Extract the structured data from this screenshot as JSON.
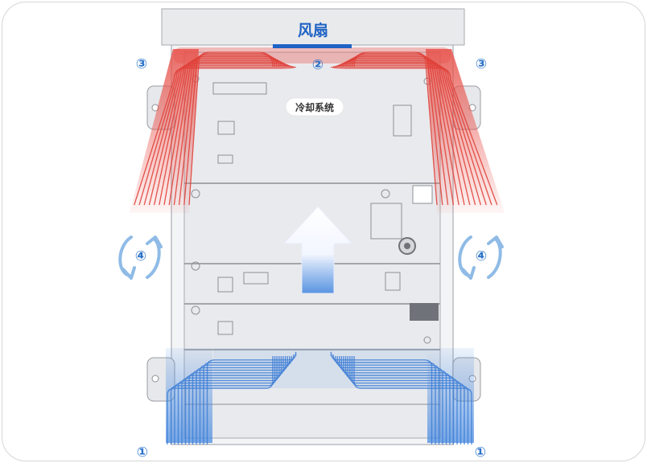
{
  "fan_label": "风扇",
  "cooling_label": "冷却系统",
  "markers": {
    "m1_left": "①",
    "m1_right": "①",
    "m2": "②",
    "m3_left": "③",
    "m3_right": "③",
    "m4_left": "④",
    "m4_right": "④"
  },
  "colors": {
    "hot": "#e0413a",
    "cold": "#3f7fd6",
    "marker": "#2a72c9",
    "fan_bar": "#1f63c4"
  }
}
